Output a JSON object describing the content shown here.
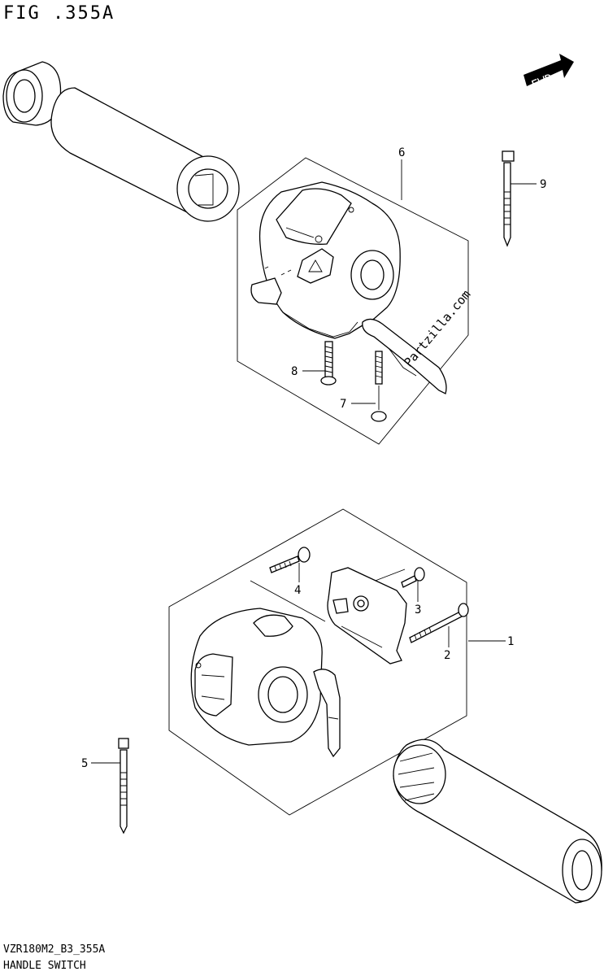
{
  "figure": {
    "title": "FIG .355A",
    "code": "VZR180M2_B3_355A",
    "name": "HANDLE SWITCH",
    "direction_badge": "FWD",
    "watermark": "Partzilla.com"
  },
  "callouts": [
    {
      "id": "callout-1",
      "text": "1"
    },
    {
      "id": "callout-2",
      "text": "2"
    },
    {
      "id": "callout-3",
      "text": "3"
    },
    {
      "id": "callout-4",
      "text": "4"
    },
    {
      "id": "callout-5",
      "text": "5"
    },
    {
      "id": "callout-6",
      "text": "6"
    },
    {
      "id": "callout-7",
      "text": "7"
    },
    {
      "id": "callout-8",
      "text": "8"
    },
    {
      "id": "callout-9",
      "text": "9"
    }
  ]
}
